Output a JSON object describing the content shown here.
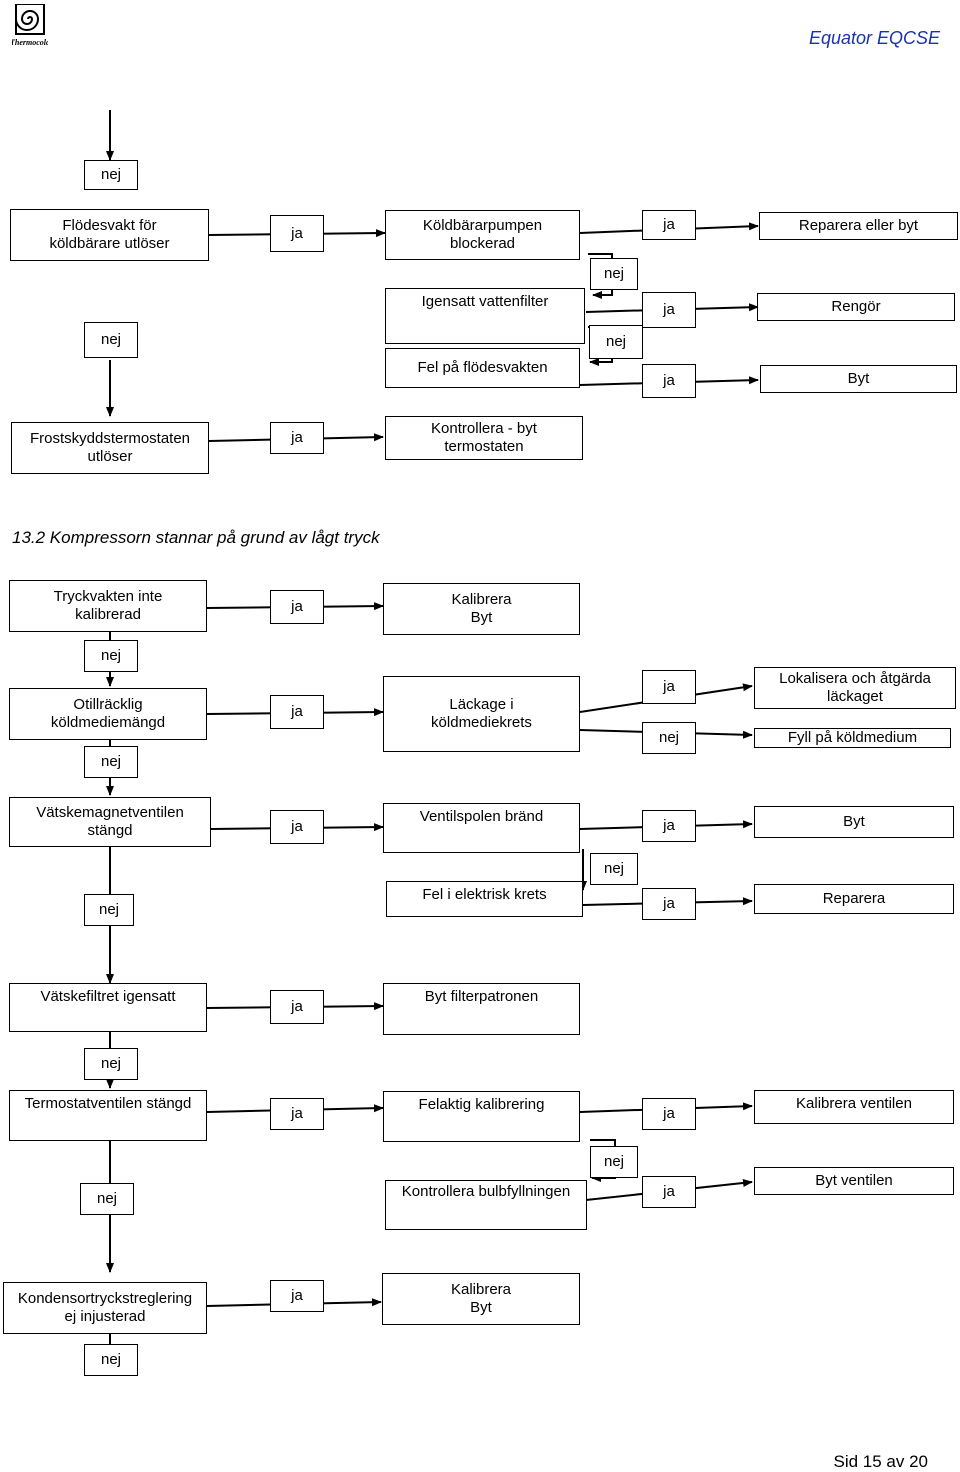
{
  "header": {
    "logo_text": "Thermocold",
    "title": "Equator EQCSE"
  },
  "section_heading": "13.2 Kompressorn stannar på grund av lågt tryck",
  "labels": {
    "yes": "ja",
    "no": "nej"
  },
  "top": {
    "flow_switch": "Flödesvakt för\nköldbärare utlöser",
    "pump_blocked": "Köldbärarpumpen\nblockerad",
    "repair_replace": "Reparera eller byt",
    "filter_clogged": "Igensatt vattenfilter",
    "clean": "Rengör",
    "flow_switch_fault": "Fel på flödesvakten",
    "replace": "Byt",
    "frost_thermostat": "Frostskyddstermostaten\nutlöser",
    "check_thermostat": "Kontrollera - byt\ntermostaten"
  },
  "section": {
    "pressure_switch": "Tryckvakten inte\nkalibrerad",
    "calibrate_replace": "Kalibrera\nByt",
    "low_refrigerant": "Otillräcklig\nköldmediemängd",
    "leak": "Läckage i\nköldmediekrets",
    "locate_leak": "Lokalisera och åtgärda\nläckaget",
    "fill_refrigerant": "Fyll på köldmedium",
    "liquid_valve": "Vätskemagnetventilen\nstängd",
    "coil_burnt": "Ventilspolen bränd",
    "replace": "Byt",
    "electric_fault": "Fel i elektrisk krets",
    "repair": "Reparera",
    "liquid_filter": "Vätskefiltret igensatt",
    "replace_cartridge": "Byt filterpatronen",
    "thermo_valve": "Termostatventilen stängd",
    "wrong_calibration": "Felaktig kalibrering",
    "calibrate_valve": "Kalibrera ventilen",
    "check_bulb": "Kontrollera bulbfyllningen",
    "replace_valve": "Byt ventilen",
    "condensing_control": "Kondensortryckstreglering\nej injusterad",
    "calibrate_replace_2": "Kalibrera\nByt"
  },
  "footer": {
    "page": "Sid 15 av 20"
  }
}
